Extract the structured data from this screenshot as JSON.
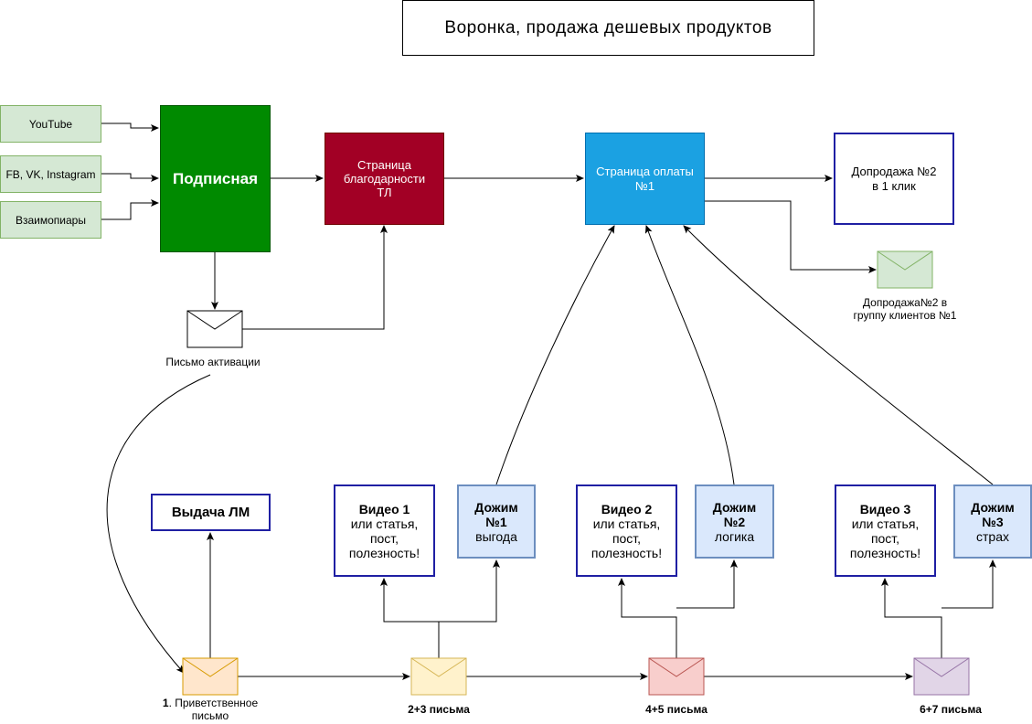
{
  "title": "Воронка, продажа дешевых продуктов",
  "sources": {
    "youtube": "YouTube",
    "social": "FB, VK, Instagram",
    "partners": "Взаимопиары"
  },
  "subscribe": "Подписная",
  "thanks": {
    "line1": "Страница",
    "line2": "благодарности",
    "line3": "ТЛ"
  },
  "payment": {
    "line1": "Страница оплаты",
    "line2": "№1"
  },
  "upsell": {
    "line1": "Допродажа №2",
    "line2": "в 1 клик"
  },
  "upsell_group": {
    "line1": "Допродажа№2 в",
    "line2": "группу клиентов №1"
  },
  "activation_letter": "Письмо активации",
  "lm": "Выдача ЛМ",
  "videos": [
    {
      "title": "Видео 1",
      "l1": "или статья,",
      "l2": "пост,",
      "l3": "полезность!"
    },
    {
      "title": "Видео 2",
      "l1": "или статья,",
      "l2": "пост,",
      "l3": "полезность!"
    },
    {
      "title": "Видео 3",
      "l1": "или статья,",
      "l2": "пост,",
      "l3": "полезность!"
    }
  ],
  "pushes": [
    {
      "title": "Дожим",
      "num": "№1",
      "sub": "выгода"
    },
    {
      "title": "Дожим",
      "num": "№2",
      "sub": "логика"
    },
    {
      "title": "Дожим",
      "num": "№3",
      "sub": "страх"
    }
  ],
  "letters": {
    "welcome_num": "1",
    "welcome_a": ". Приветственное",
    "welcome_b": "письмо",
    "l23": "2+3 письма",
    "l45": "4+5 письма",
    "l67": "6+7 письма"
  },
  "colors": {
    "green": "#008a00",
    "red": "#a20025",
    "blue": "#1ba1e2",
    "navy": "#1f1fa3",
    "push_fill": "#dae8fc",
    "source_fill": "#d5e8d4",
    "env_orange": "#ffe6cc",
    "env_yellow": "#fff2cc",
    "env_red": "#f8cecc",
    "env_purple": "#e1d5e7"
  }
}
